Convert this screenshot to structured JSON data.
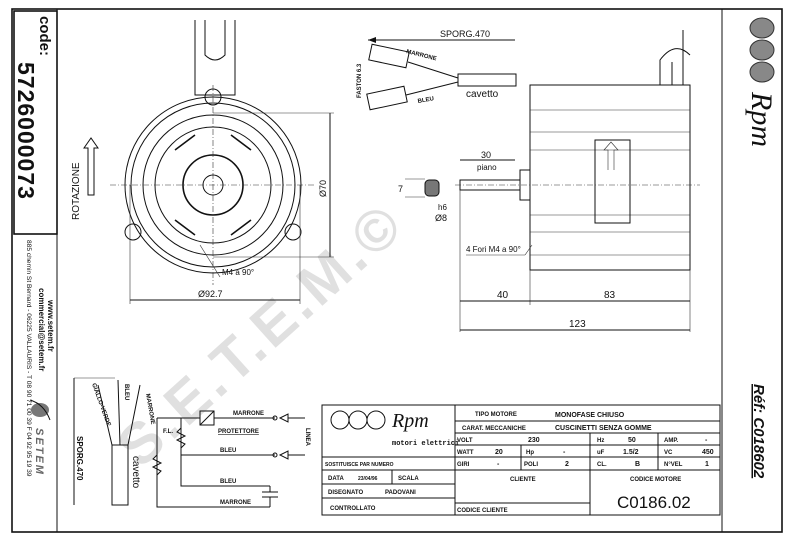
{
  "left_strip": {
    "code_label": "code:",
    "code_value": "5726000073",
    "website": "www.setem.fr",
    "email": "commercial@setem.fr",
    "address": "885 chemin St Bernard  -  06225 VALLAURIS  -  T 08 90 71 00 39  F 04 92 95 19 39",
    "brand": "SETEM"
  },
  "right_strip": {
    "brand": "Rpm",
    "reference": "Réf: C018602"
  },
  "watermark": "S.E.T.E.M.©",
  "front_view": {
    "rotation_label": "ROTAZIONE",
    "diameter_outer": "Ø92.7",
    "diameter_inner": "Ø70",
    "holes_label": "M4 a 90°"
  },
  "cable_detail": {
    "length_label": "SPORG.470",
    "faston_label": "FASTON  6.3",
    "wire1": "MARRONE",
    "wire2": "BLEU",
    "cable_label": "cavetto"
  },
  "side_view": {
    "flat_length": "30",
    "flat_label": "piano",
    "flat_depth": "7",
    "tolerance": "h6",
    "shaft_diameter": "Ø8",
    "holes_label": "4 Fori M4 a 90°",
    "dim_shaft": "40",
    "dim_body": "83",
    "dim_total": "123"
  },
  "wiring": {
    "cable_length": "SPORG.470",
    "wire_ground": "GIALLO-VERDE",
    "wire_blue": "BLEU",
    "wire_brown": "MARRONE",
    "cable_label": "cavetto",
    "fl_label": "F.L.",
    "protector_label": "PROTETTORE",
    "line_label": "LINEA",
    "schematic_wires": [
      "MARRONE",
      "BLEU",
      "BLEU",
      "MARRONE"
    ]
  },
  "title_block": {
    "logo_brand": "Rpm",
    "logo_subtitle": "motori elettrici",
    "tipo_motore_label": "TIPO MOTORE",
    "tipo_motore_value": "MONOFASE CHIUSO",
    "carat_label": "CARAT. MECCANICHE",
    "carat_value": "CUSCINETTI SENZA GOMME",
    "volt_label": "VOLT",
    "volt_value": "230",
    "hz_label": "Hz",
    "hz_value": "50",
    "amp_label": "AMP.",
    "amp_value": "-",
    "watt_label": "WATT",
    "watt_value": "20",
    "hp_label": "Hp",
    "hp_value": "-",
    "uf_label": "uF",
    "uf_value": "1.5/2",
    "vc_label": "VC",
    "vc_value": "450",
    "giri_label": "GIRI",
    "giri_value": "-",
    "poli_label": "POLI",
    "poli_value": "2",
    "cl_label": "CL.",
    "cl_value": "B",
    "nvel_label": "N°VEL",
    "nvel_value": "1",
    "sostituisce_label": "SOSTITUISCE PAR NUMERO",
    "data_label": "DATA",
    "data_value": "23/04/96",
    "scala_label": "SCALA",
    "disegnato_label": "DISEGNATO",
    "disegnato_value": "PADOVANI",
    "controllato_label": "CONTROLLATO",
    "cliente_label": "CLIENTE",
    "codice_cliente_label": "CODICE CLIENTE",
    "codice_motore_label": "CODICE MOTORE",
    "codice_motore_value": "C0186.02"
  }
}
